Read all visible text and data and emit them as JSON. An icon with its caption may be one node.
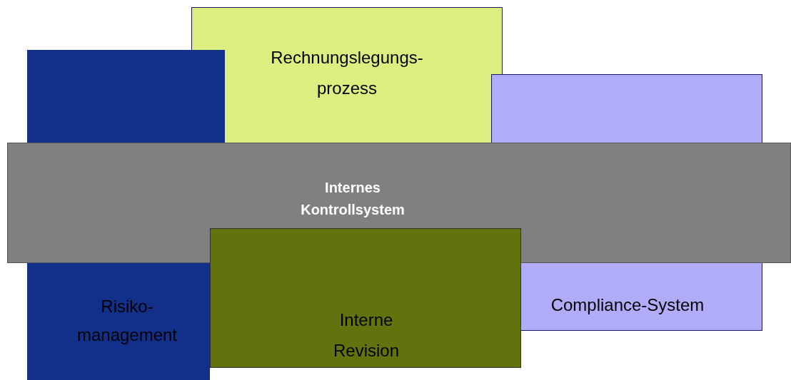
{
  "diagram": {
    "nodes": [
      {
        "text": [
          "Rechnungslegungs- prozess"
        ]
      },
      {
        "text": [
          "Risiko- management"
        ]
      },
      {
        "text": [
          "Compliance-System"
        ]
      },
      {
        "text": [
          "Internes Kontrollsystem"
        ]
      },
      {
        "text": [
          "Interne Revision"
        ]
      }
    ],
    "edges": []
  }
}
